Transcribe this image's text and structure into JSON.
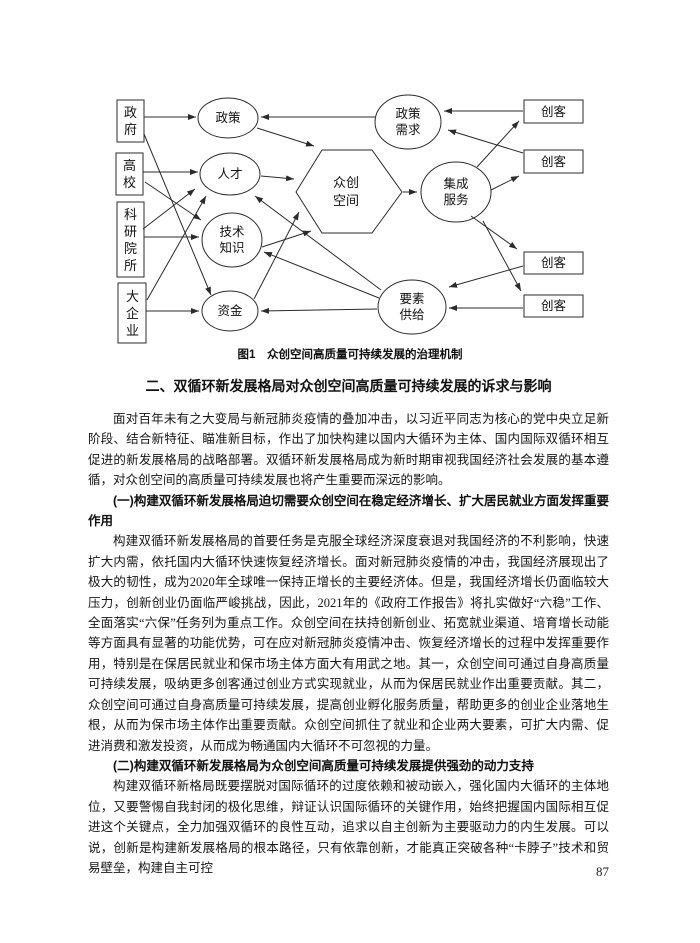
{
  "figure": {
    "caption": "图1　众创空间高质量可持续发展的治理机制",
    "stakeholders": [
      {
        "label": "政府"
      },
      {
        "label": "高校"
      },
      {
        "label": "科研院所"
      },
      {
        "label": "大企业"
      }
    ],
    "resources": [
      {
        "label": "政策"
      },
      {
        "label": "人才"
      },
      {
        "label": "技术知识"
      },
      {
        "label": "资金"
      }
    ],
    "core": {
      "label": "众创空间"
    },
    "mechanisms": [
      {
        "label": "政策需求"
      },
      {
        "label": "集成服务"
      },
      {
        "label": "要素供给"
      }
    ],
    "makers": [
      {
        "label": "创客"
      },
      {
        "label": "创客"
      },
      {
        "label": "创客"
      },
      {
        "label": "创客"
      }
    ]
  },
  "article": {
    "section_heading": "二、双循环新发展格局对众创空间高质量可持续发展的诉求与影响",
    "paragraph_1": "面对百年未有之大变局与新冠肺炎疫情的叠加冲击，以习近平同志为核心的党中央立足新阶段、结合新特征、瞄准新目标，作出了加快构建以国内大循环为主体、国内国际双循环相互促进的新发展格局的战略部署。双循环新发展格局成为新时期审视我国经济社会发展的基本遵循，对众创空间的高质量可持续发展也将产生重要而深远的影响。",
    "subheading_1": "(一)构建双循环新发展格局迫切需要众创空间在稳定经济增长、扩大居民就业方面发挥重要作用",
    "paragraph_2": "构建双循环新发展格局的首要任务是克服全球经济深度衰退对我国经济的不利影响，快速扩大内需，依托国内大循环快速恢复经济增长。面对新冠肺炎疫情的冲击，我国经济展现出了极大的韧性，成为2020年全球唯一保持正增长的主要经济体。但是，我国经济增长仍面临较大压力，创新创业仍面临严峻挑战，因此，2021年的《政府工作报告》将扎实做好“六稳”工作、全面落实“六保”任务列为重点工作。众创空间在扶持创新创业、拓宽就业渠道、培育增长动能等方面具有显著的功能优势，可在应对新冠肺炎疫情冲击、恢复经济增长的过程中发挥重要作用，特别是在保居民就业和保市场主体方面大有用武之地。其一，众创空间可通过自身高质量可持续发展，吸纳更多创客通过创业方式实现就业，从而为保居民就业作出重要贡献。其二，众创空间可通过自身高质量可持续发展，提高创业孵化服务质量，帮助更多的创业企业落地生根，从而为保市场主体作出重要贡献。众创空间抓住了就业和企业两大要素，可扩大内需、促进消费和激发投资，从而成为畅通国内大循环不可忽视的力量。",
    "subheading_2": "(二)构建双循环新发展格局为众创空间高质量可持续发展提供强劲的动力支持",
    "paragraph_3": "构建双循环新格局既要摆脱对国际循环的过度依赖和被动嵌入，强化国内大循环的主体地位，又要警惕自我封闭的极化思维，辩证认识国际循环的关键作用，始终把握国内国际相互促进这个关键点，全力加强双循环的良性互动，追求以自主创新为主要驱动力的内生发展。可以说，创新是构建新发展格局的根本路径，只有依靠创新，才能真正突破各种“卡脖子”技术和贸易壁垒，构建自主可控"
  },
  "page_number": "87"
}
